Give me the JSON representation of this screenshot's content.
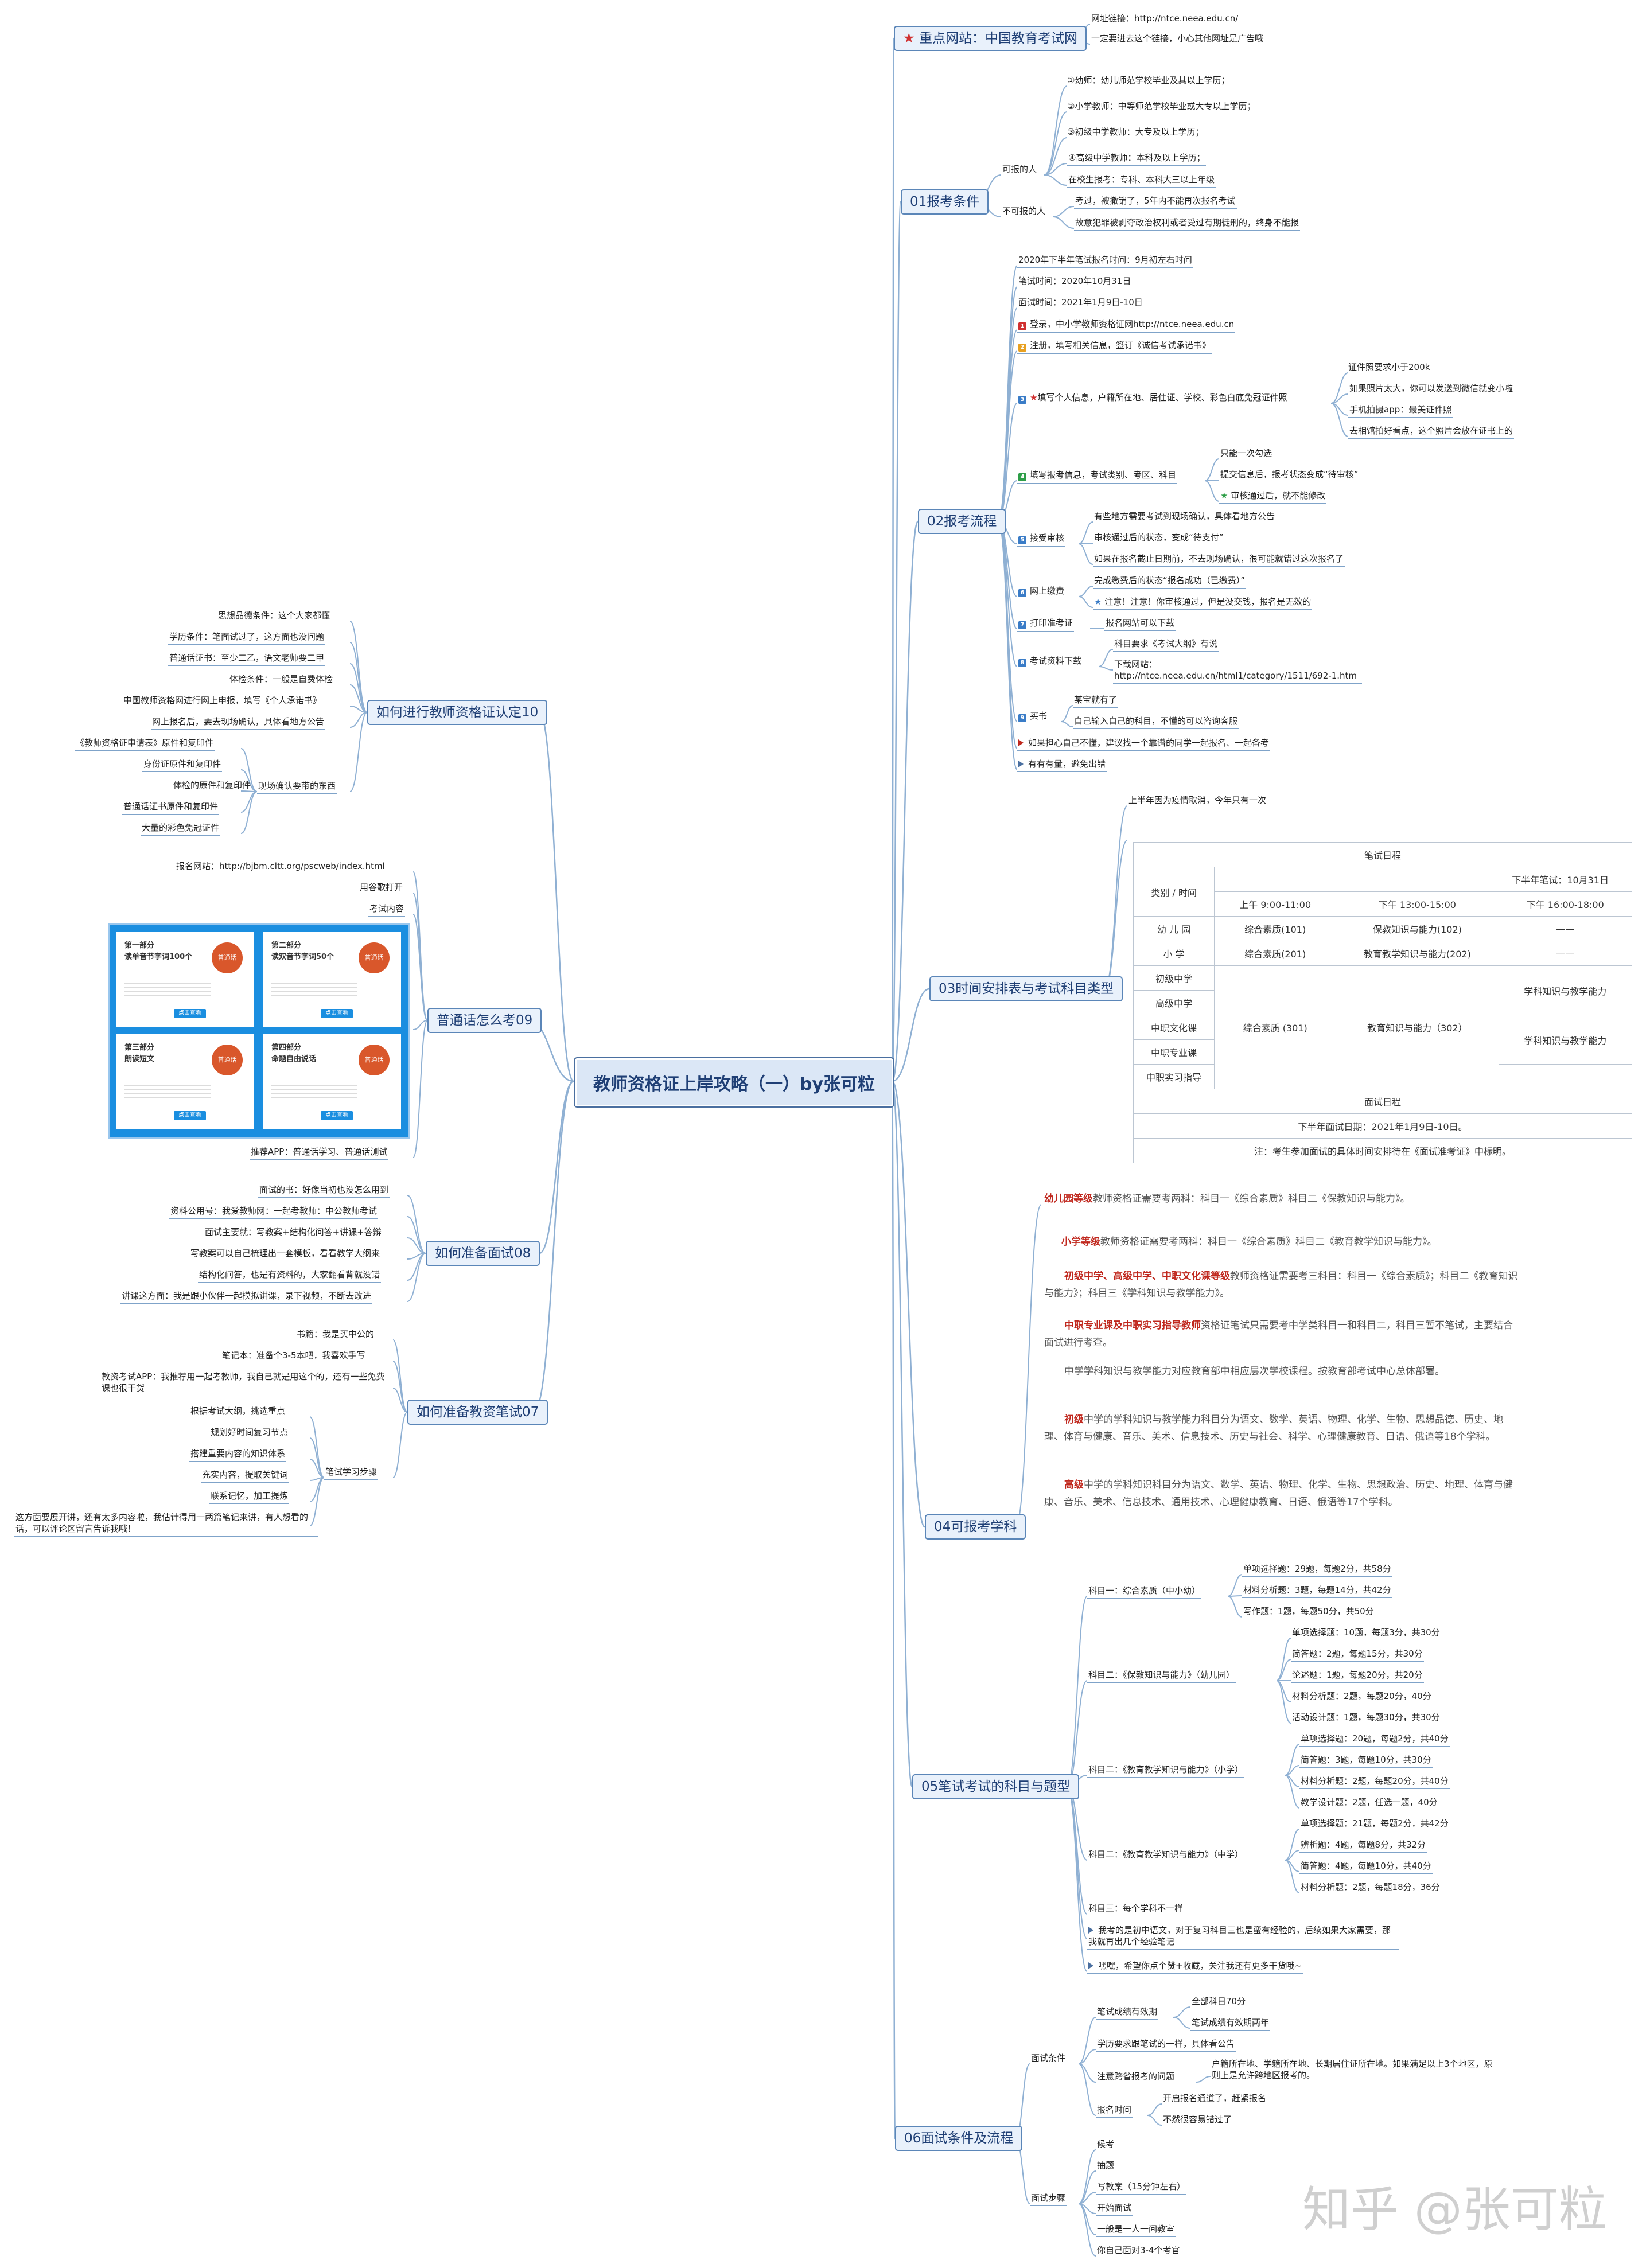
{
  "root": "教师资格证上岸攻略（一）by张可粒",
  "watermark": "知乎 @张可粒",
  "b_key": {
    "label": "重点网站：中国教育考试网",
    "items": [
      "网址链接：http://ntce.neea.edu.cn/",
      "一定要进去这个链接，小心其他网址是广告哦"
    ]
  },
  "b01": {
    "label": "01报考条件",
    "can": "可报的人",
    "can_items": [
      "①幼师：幼儿师范学校毕业及其以上学历；",
      "②小学教师：中等师范学校毕业或大专以上学历；",
      "③初级中学教师：大专及以上学历；",
      "④高级中学教师：本科及以上学历；",
      "在校生报考：专科、本科大三以上年级"
    ],
    "cannot": "不可报的人",
    "cannot_items": [
      "考过，被撤销了，5年内不能再次报名考试",
      "故意犯罪被剥夺政治权利或者受过有期徒刑的，终身不能报"
    ]
  },
  "b02": {
    "label": "02报考流程",
    "t1": "2020年下半年笔试报名时间：9月初左右时间",
    "t2": "笔试时间：2020年10月31日",
    "t3": "面试时间：2021年1月9日-10日",
    "s1": "登录，中小学教师资格证网http://ntce.neea.edu.cn",
    "s2": "注册，填写相关信息，签订《诚信考试承诺书》",
    "s3": "填写个人信息，户籍所在地、居住证、学校、彩色白底免冠证件照",
    "s3_items": [
      "证件照要求小于200k",
      "如果照片太大，你可以发送到微信就变小啦",
      "手机拍摄app：最美证件照",
      "去相馆拍好看点，这个照片会放在证书上的"
    ],
    "s4": "填写报考信息，考试类别、考区、科目",
    "s4_items": [
      "只能一次勾选",
      "提交信息后，报考状态变成“待审核”",
      "审核通过后，就不能修改"
    ],
    "s5": "接受审核",
    "s5_items": [
      "有些地方需要考试到现场确认，具体看地方公告",
      "审核通过后的状态，变成“待支付”",
      "如果在报名截止日期前，不去现场确认，很可能就错过这次报名了"
    ],
    "s6": "网上缴费",
    "s6_items": [
      "完成缴费后的状态“报名成功（已缴费）”",
      "注意！注意！你审核通过，但是没交钱，报名是无效的"
    ],
    "s7": "打印准考证",
    "s7_item": "报名网站可以下载",
    "s8": "考试资料下载",
    "s8_items": [
      "科目要求《考试大纲》有说",
      "下载网站：http://ntce.neea.edu.cn/html1/category/1511/692-1.htm"
    ],
    "s9": "买书",
    "s9_items": [
      "某宝就有了",
      "自己输入自己的科目，不懂的可以咨询客服"
    ],
    "f1": "如果担心自己不懂，建议找一个靠谱的同学一起报名、一起备考",
    "f2": "有有有量，避免出错"
  },
  "b03": {
    "label": "03时间安排表与考试科目类型",
    "note1": "上半年因为疫情取消，今年只有一次",
    "table": {
      "h_written": "笔试日程",
      "h_date": "下半年笔试：10月31日",
      "h_cat": "类别 / 时间",
      "h_am": "上午 9:00-11:00",
      "h_pm1": "下午 13:00-15:00",
      "h_pm2": "下午 16:00-18:00",
      "r1": [
        "幼 儿 园",
        "综合素质(101)",
        "保教知识与能力(102)",
        "——"
      ],
      "r2": [
        "小 学",
        "综合素质(201)",
        "教育教学知识与能力(202)",
        "——"
      ],
      "r3": [
        "初级中学",
        "高级中学",
        "中职文化课",
        "中职专业课",
        "中职实习指导"
      ],
      "r3_am": "综合素质 (301)",
      "r3_pm1": "教育知识与能力（302）",
      "r3_pm2": [
        "学科知识与教学能力",
        "学科知识与教学能力"
      ],
      "h_interview": "面试日程",
      "i_date": "下半年面试日期：2021年1月9日-10日。",
      "i_note": "注：考生参加面试的具体时间安排待在《面试准考证》中标明。"
    }
  },
  "b04": {
    "label": "04可报考学科",
    "p1_red": "幼儿园等级",
    "p1": "教师资格证需要考两科：科目一《综合素质》科目二《保教知识与能力》。",
    "p2_red": "小学等级",
    "p2": "教师资格证需要考两科：科目一《综合素质》科目二《教育教学知识与能力》。",
    "p3_red": "初级中学、高级中学、中职文化课等级",
    "p3": "教师资格证需要考三科目：科目一《综合素质》；科目二《教育知识与能力》；科目三《学科知识与教学能力》。",
    "p4_red": "中职专业课及中职实习指导教师",
    "p4": "资格证笔试只需要考中学类科目一和科目二，科目三暂不笔试，主要结合面试进行考查。",
    "p5": "中学学科知识与教学能力对应教育部中相应层次学校课程。按教育部考试中心总体部署。",
    "p6_red": "初级",
    "p6": "中学的学科知识与教学能力科目分为语文、数学、英语、物理、化学、生物、思想品德、历史、地理、体育与健康、音乐、美术、信息技术、历史与社会、科学、心理健康教育、日语、俄语等18个学科。",
    "p7_red": "高级",
    "p7": "中学的学科知识科目分为语文、数学、英语、物理、化学、生物、思想政治、历史、地理、体育与健康、音乐、美术、信息技术、通用技术、心理健康教育、日语、俄语等17个学科。"
  },
  "b05": {
    "label": "05笔试考试的科目与题型",
    "g1": "科目一：综合素质（中小幼）",
    "g1_items": [
      "单项选择题：29题，每题2分，共58分",
      "材料分析题：3题，每题14分，共42分",
      "写作题：1题，每题50分，共50分"
    ],
    "g2": "科目二：《保教知识与能力》（幼儿园）",
    "g2_items": [
      "单项选择题：10题，每题3分，共30分",
      "简答题：2题，每题15分，共30分",
      "论述题：1题，每题20分，共20分",
      "材料分析题：2题，每题20分，40分",
      "活动设计题：1题，每题30分，共30分"
    ],
    "g3": "科目二：《教育教学知识与能力》（小学）",
    "g3_items": [
      "单项选择题：20题，每题2分，共40分",
      "简答题：3题，每题10分，共30分",
      "材料分析题：2题，每题20分，共40分",
      "教学设计题：2题，任选一题，40分"
    ],
    "g4": "科目二：《教育教学知识与能力》（中学）",
    "g4_items": [
      "单项选择题：21题，每题2分，共42分",
      "辨析题：4题，每题8分，共32分",
      "简答题：4题，每题10分，共40分",
      "材料分析题：2题，每题18分，36分"
    ],
    "g5": "科目三：每个学科不一样",
    "g6": "我考的是初中语文，对于复习科目三也是蛮有经验的，后续如果大家需要，那我就再出几个经验笔记",
    "g7": "嘿嘿，希望你点个赞+收藏，关注我还有更多干货哦~"
  },
  "b06": {
    "label": "06面试条件及流程",
    "cond": "面试条件",
    "valid": "笔试成绩有效期",
    "valid_items": [
      "全部科目70分",
      "笔试成绩有效期两年"
    ],
    "edu": "学历要求跟笔试的一样，具体看公告",
    "cross": "注意跨省报考的问题",
    "cross_item": "户籍所在地、学籍所在地、长期居住证所在地。如果满足以上3个地区，原则上是允许跨地区报考的。",
    "time": "报名时间",
    "time_items": [
      "开启报名通道了，赶紧报名",
      "不然很容易错过了"
    ],
    "steps": "面试步骤",
    "steps_items": [
      "候考",
      "抽题",
      "写教案（15分钟左右）",
      "开始面试",
      "一般是一人一间教室",
      "你自己面对3-4个考官"
    ]
  },
  "b10": {
    "label": "如何进行教师资格证认定10",
    "items": [
      "思想品德条件：这个大家都懂",
      "学历条件：笔面试过了，这方面也没问题",
      "普通话证书：至少二乙，语文老师要二甲",
      "体检条件：一般是自费体检",
      "中国教师资格网进行网上申报，填写《个人承诺书》",
      "网上报名后，要去现场确认，具体看地方公告"
    ],
    "onsite": "现场确认要带的东西",
    "onsite_items": [
      "《教师资格证申请表》原件和复印件",
      "身份证原件和复印件",
      "体检的原件和复印件",
      "普通话证书原件和复印件",
      "大量的彩色免冠证件"
    ]
  },
  "b09": {
    "label": "普通话怎么考09",
    "items": [
      "报名网站：http://bjbm.cltt.org/pscweb/index.html",
      "用谷歌打开",
      "考试内容"
    ],
    "app": "推荐APP：普通话学习、普通话测试",
    "cards": [
      {
        "t1": "第一部分",
        "t2": "读单音节字词100个",
        "seal": "普通话",
        "btn": "点击查看"
      },
      {
        "t1": "第二部分",
        "t2": "读双音节字词50个",
        "seal": "普通话",
        "btn": "点击查看"
      },
      {
        "t1": "第三部分",
        "t2": "朗读短文",
        "seal": "普通话",
        "btn": "点击查看"
      },
      {
        "t1": "第四部分",
        "t2": "命题自由说话",
        "seal": "普通话",
        "btn": "点击查看"
      }
    ]
  },
  "b08": {
    "label": "如何准备面试08",
    "items": [
      "面试的书：好像当初也没怎么用到",
      "资料公用号：我爱教师网：一起考教师：中公教师考试",
      "面试主要就：写教案+结构化问答+讲课+答辩",
      "写教案可以自己梳理出一套模板，看看教学大纲来",
      "结构化问答，也是有资料的，大家翻看背就没错",
      "讲课这方面：我是跟小伙伴一起模拟讲课，录下视频，不断去改进"
    ]
  },
  "b07": {
    "label": "如何准备教资笔试07",
    "items": [
      "书籍：我是买中公的",
      "笔记本：准备个3-5本吧，我喜欢手写",
      "教资考试APP：我推荐用一起考教师，我自己就是用这个的，还有一些免费课也很干货"
    ],
    "steps": "笔试学习步骤",
    "steps_items": [
      "根据考试大纲，挑选重点",
      "规划好时间复习节点",
      "搭建重要内容的知识体系",
      "充实内容，提取关键词",
      "联系记忆，加工提炼"
    ],
    "note": "这方面要展开讲，还有太多内容啦，我估计得用一两篇笔记来讲，有人想看的话，可以评论区留言告诉我哦！"
  },
  "colors": {
    "link": "#8fb0d3",
    "branch_border": "#5b86b8",
    "accent_red": "#c0281e",
    "promo_blue": "#1a8ee0"
  }
}
